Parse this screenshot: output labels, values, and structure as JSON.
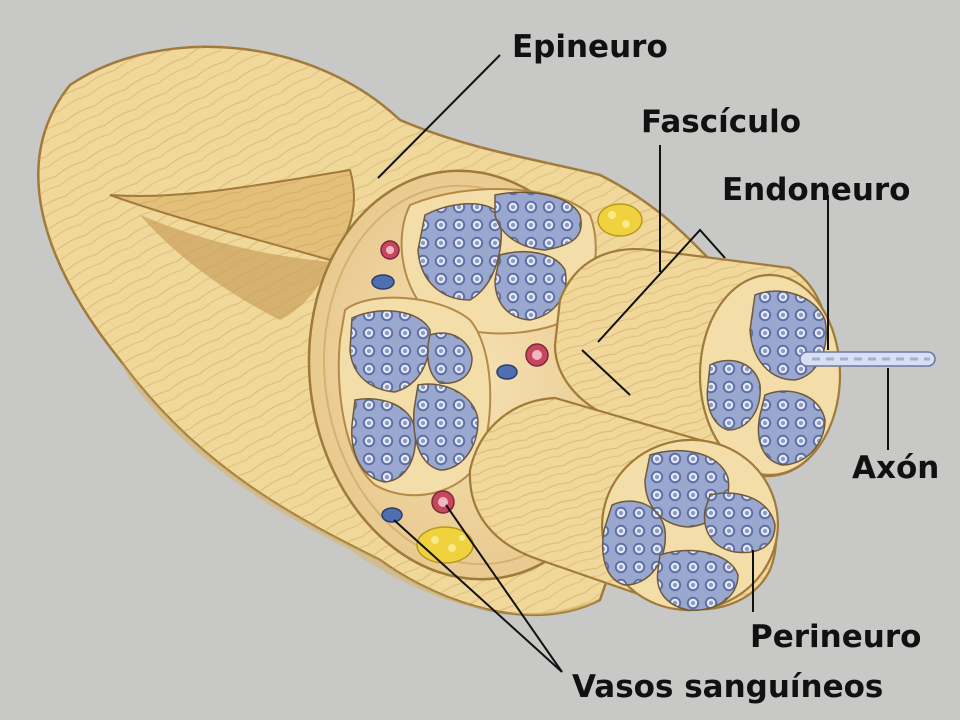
{
  "labels": {
    "epineuro": "Epineuro",
    "fasciculo": "Fascículo",
    "endoneuro": "Endoneuro",
    "axon": "Axón",
    "perineuro": "Perineuro",
    "vasos": "Vasos sanguíneos"
  },
  "colors": {
    "background": "#c8c8c6",
    "epineurium": "#f0d79a",
    "epineurium_shadow": "#d9b46a",
    "perineurium": "#f3deaa",
    "fascicle_fill": "#9aa7cf",
    "axon_ring": "#e7ebf6",
    "artery": "#c8465e",
    "vein": "#4f6fb0",
    "fat": "#f0d23e",
    "leader_line": "#111111"
  }
}
